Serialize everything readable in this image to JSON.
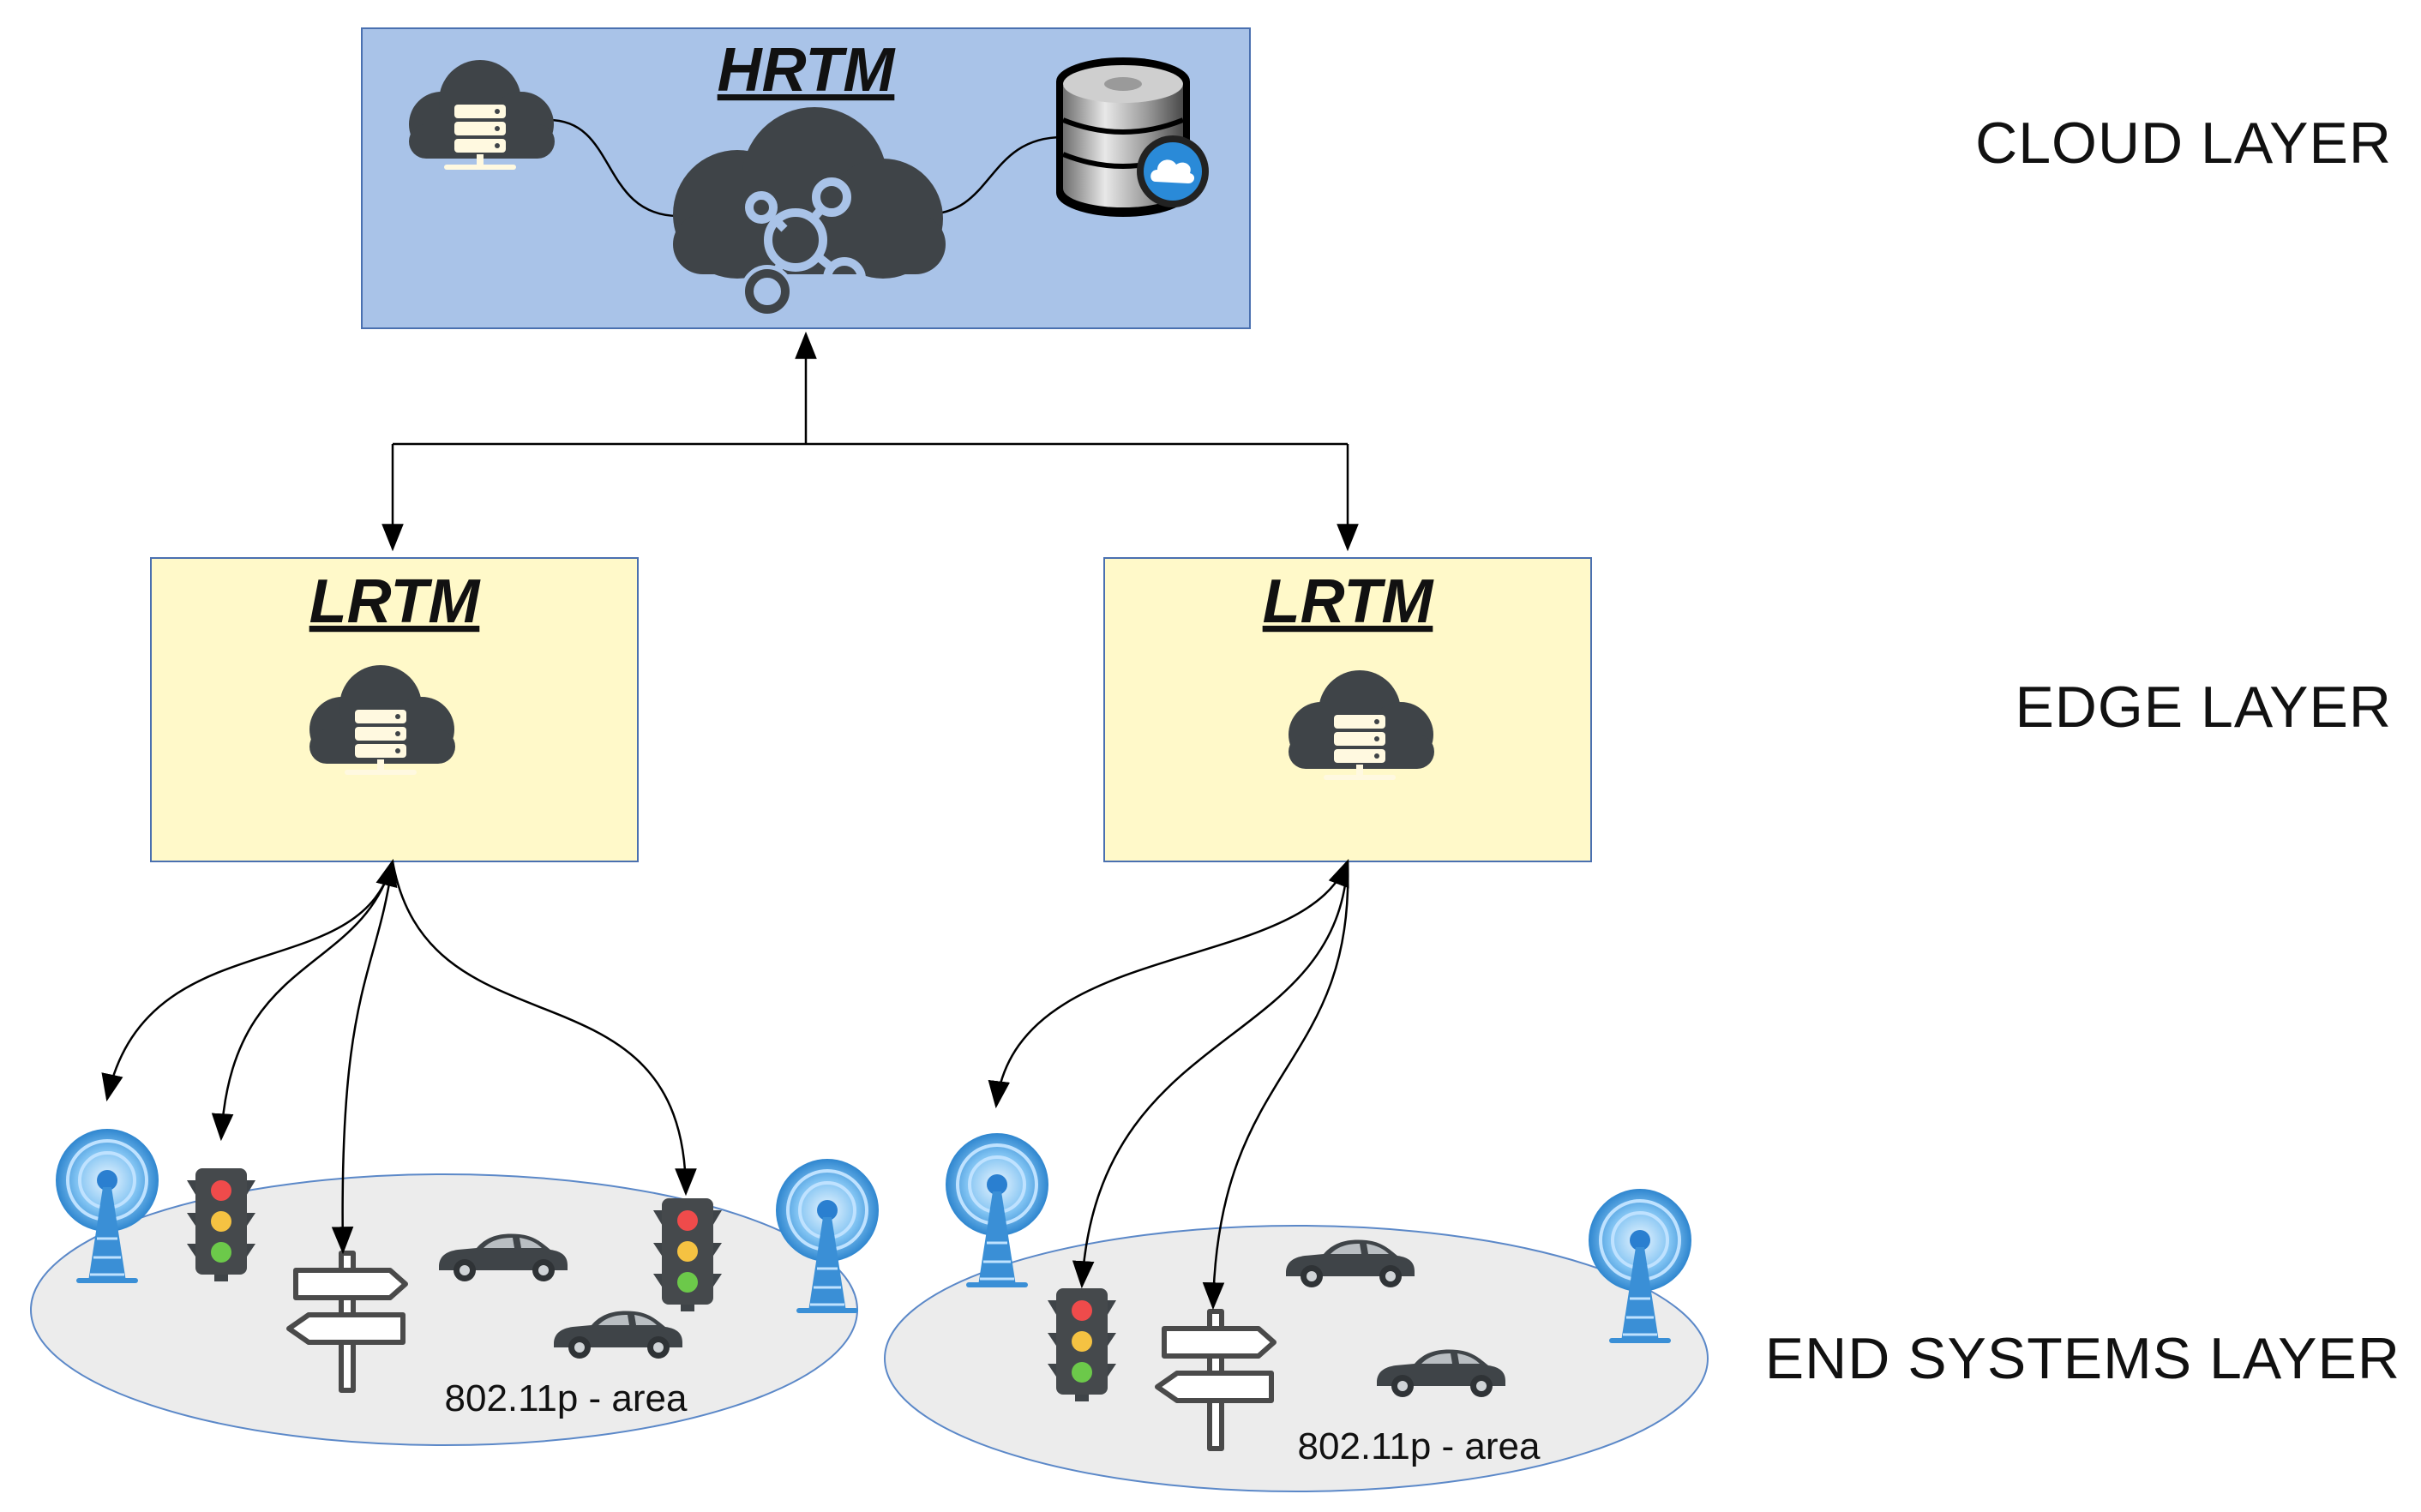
{
  "cloud_layer": {
    "label": "CLOUD LAYER",
    "box": {
      "title": "HRTM",
      "fill": "#a9c3e8"
    }
  },
  "edge_layer": {
    "label": "EDGE LAYER",
    "boxes": [
      {
        "title": "LRTM",
        "fill": "#fff9c9"
      },
      {
        "title": "LRTM",
        "fill": "#fff9c9"
      }
    ]
  },
  "end_systems_layer": {
    "label": "END SYSTEMS LAYER",
    "areas": [
      {
        "label": "802.11p - area"
      },
      {
        "label": "802.11p - area"
      }
    ]
  },
  "icons": {
    "server_cloud": "server-cloud-icon",
    "network_cloud": "network-cloud-icon",
    "database": "cloud-database-icon",
    "antenna": "wireless-antenna-icon",
    "traffic_light": "traffic-light-icon",
    "signpost": "signpost-icon",
    "car": "car-icon"
  },
  "colors": {
    "icon_dark": "#3f4448",
    "area_fill": "#ececec",
    "area_stroke": "#5b88c8",
    "antenna_blue": "#3a8fd6"
  }
}
